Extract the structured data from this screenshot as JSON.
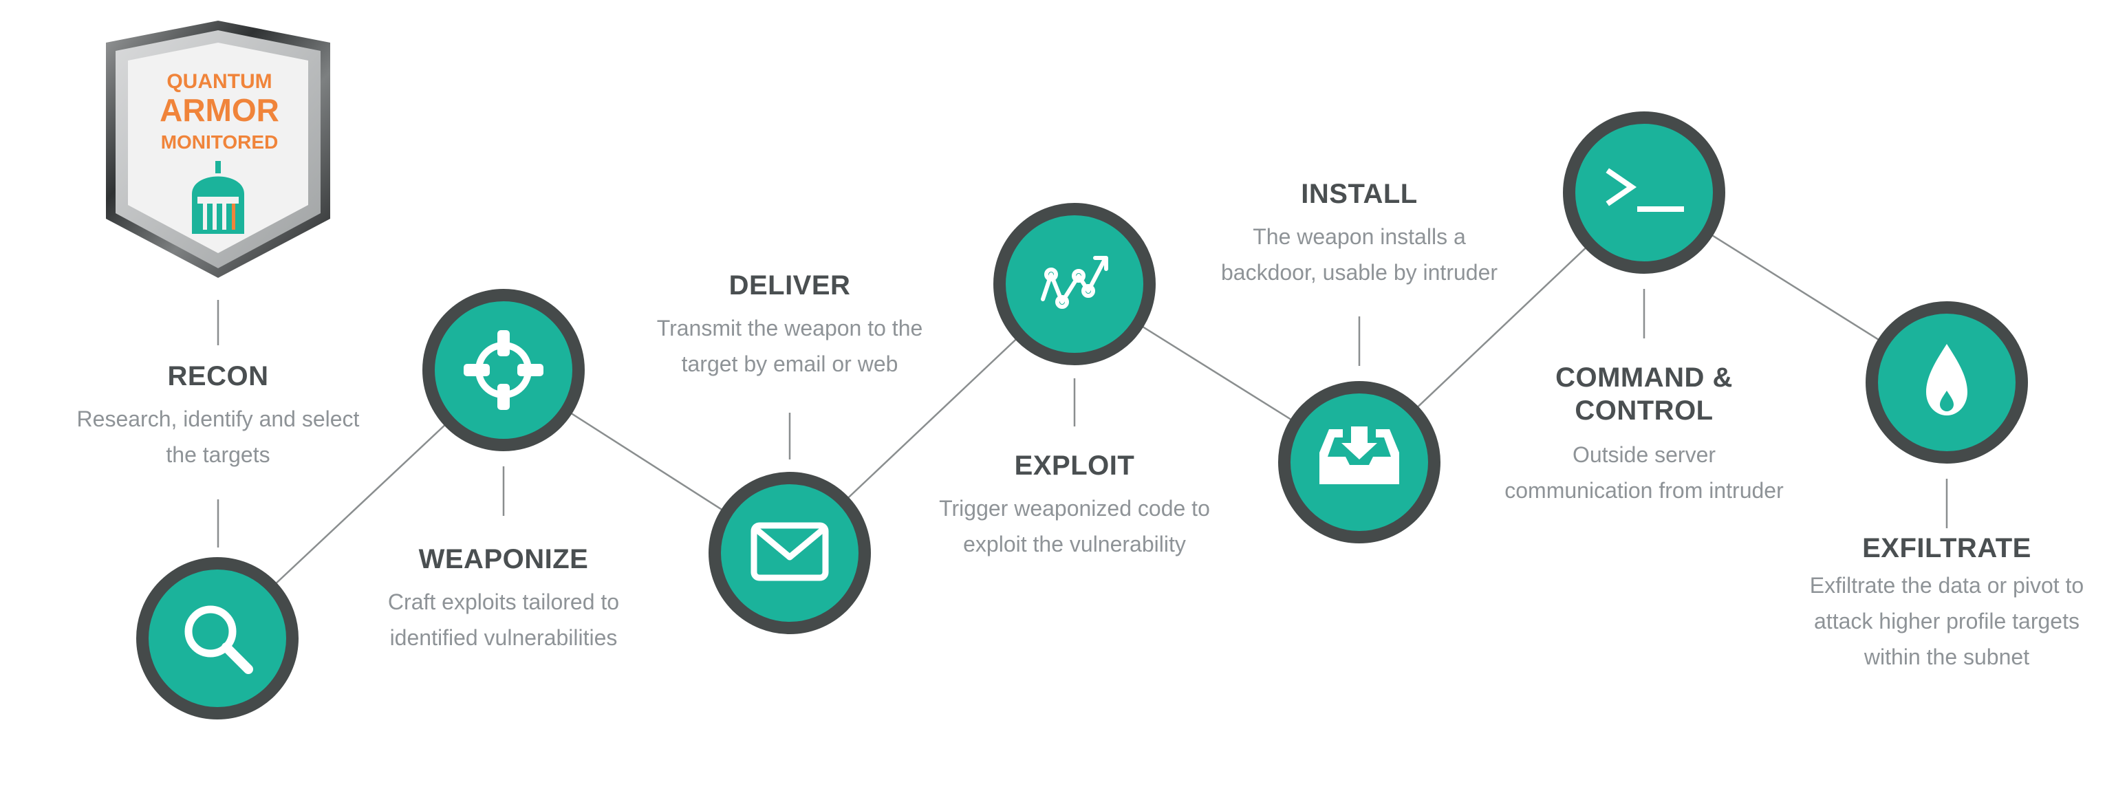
{
  "colors": {
    "teal": "#1BB39B",
    "ring": "#454A4A",
    "title": "#4A4F51",
    "desc": "#8E9397",
    "connector": "#8A8E8F",
    "badge_orange": "#F0843A"
  },
  "badge": {
    "line1": "QUANTUM",
    "line2": "ARMOR",
    "line3": "MONITORED"
  },
  "stages": [
    {
      "key": "recon",
      "icon": "magnifier-icon",
      "title_lines": [
        "RECON"
      ],
      "desc_lines": [
        "Research, identify and select",
        "the targets"
      ]
    },
    {
      "key": "weaponize",
      "icon": "crosshair-icon",
      "title_lines": [
        "WEAPONIZE"
      ],
      "desc_lines": [
        "Craft exploits tailored to",
        "identified vulnerabilities"
      ]
    },
    {
      "key": "deliver",
      "icon": "envelope-icon",
      "title_lines": [
        "DELIVER"
      ],
      "desc_lines": [
        "Transmit the weapon to the",
        "target by email or web"
      ]
    },
    {
      "key": "exploit",
      "icon": "exploit-graph-icon",
      "title_lines": [
        "EXPLOIT"
      ],
      "desc_lines": [
        "Trigger weaponized code to",
        "exploit the vulnerability"
      ]
    },
    {
      "key": "install",
      "icon": "download-tray-icon",
      "title_lines": [
        "INSTALL"
      ],
      "desc_lines": [
        "The weapon installs a",
        "backdoor, usable by intruder"
      ]
    },
    {
      "key": "command-control",
      "icon": "terminal-prompt-icon",
      "title_lines": [
        "COMMAND &",
        "CONTROL"
      ],
      "desc_lines": [
        "Outside server",
        "communication from intruder"
      ]
    },
    {
      "key": "exfiltrate",
      "icon": "droplet-icon",
      "title_lines": [
        "EXFILTRATE"
      ],
      "desc_lines": [
        "Exfiltrate the data or pivot to",
        "attack higher profile targets",
        "within the subnet"
      ]
    }
  ]
}
